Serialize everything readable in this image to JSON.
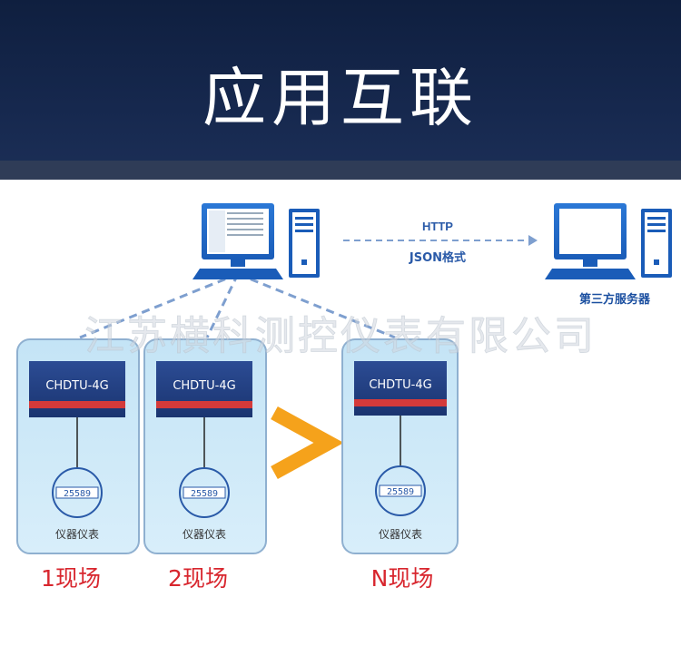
{
  "page_title": "应用互联",
  "protocol": {
    "line1": "HTTP",
    "line2": "JSON格式"
  },
  "server_label": "第三方服务器",
  "watermark": "江苏横科测控仪表有限公司",
  "device_label": "CHDTU-4G",
  "meter_reading": "25589",
  "meter_label": "仪器仪表",
  "sites": [
    "1现场",
    "2现场",
    "N现场"
  ],
  "colors": {
    "site_label": "#d8262e",
    "chevron": "#f5a21b",
    "dashed": "#7e9fcf",
    "device": "#1e3a78"
  }
}
